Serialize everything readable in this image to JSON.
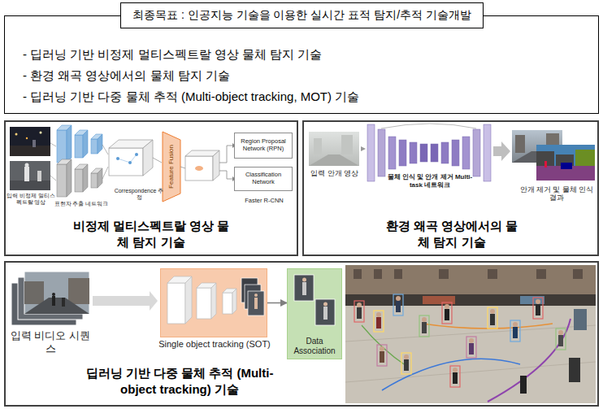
{
  "diagram": {
    "nodes": [
      {
        "text": [
          "최종목표 : 인공지능 기술을 이용한 실시간 표적 탐지/추적 기술개발"
        ]
      },
      {
        "text": [
          "- 딥러닝 기반 비정제 멀티스펙트랄 영상 물체 탐지 기술",
          "- 환경 왜곡 영상에서의 물체 탐지 기술",
          "- 딥러닝 기반 다중 물체 추적 (Multi-object tracking, MOT) 기술"
        ]
      },
      {
        "text": [
          "비정제 멀티스펙트랄 영상 물체 탐지 기술"
        ]
      },
      {
        "text": [
          "Region Proposal Network (RPN)"
        ],
        "in": 2
      },
      {
        "text": [
          "Classification Network"
        ],
        "in": 2
      },
      {
        "text": [
          "환경 왜곡 영상에서의 물체 탐지 기술"
        ]
      },
      {
        "text": [
          "딥러닝 기반 다중 물체 추적 (Multi-object tracking) 기술"
        ]
      },
      {
        "text": [
          "Single object tracking (SOT)"
        ],
        "in": 6
      },
      {
        "text": [
          "Data Association"
        ],
        "in": 6
      }
    ],
    "edges": [
      {
        "from": 7,
        "to": 8,
        "arrow": "to"
      }
    ],
    "labels": [
      "입력 비정제 멀티스펙트랄 영상",
      "표현자 추출 네트워크",
      "Correspondence 추정",
      "Feature Fusion",
      "Faster R-CNN",
      "입력 안개 영상",
      "물체 인식 및 안개 제거 Multi-task 네트워크",
      "안개 제거 및 물체 인식 결과",
      "입력 비디오 시퀀스"
    ]
  }
}
